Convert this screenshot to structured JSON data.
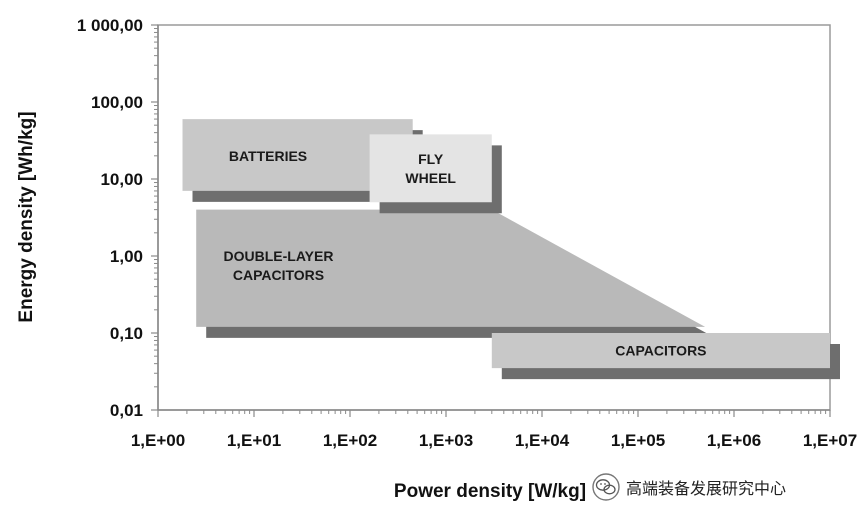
{
  "chart_data": {
    "type": "area",
    "title": "",
    "xlabel": "Power density [W/kg]",
    "ylabel": "Energy density [Wh/kg]",
    "x_scale": "log",
    "y_scale": "log",
    "xlim": [
      1,
      10000000
    ],
    "ylim": [
      0.01,
      1000
    ],
    "x_ticks": [
      "1,E+00",
      "1,E+01",
      "1,E+02",
      "1,E+03",
      "1,E+04",
      "1,E+05",
      "1,E+06",
      "1,E+07"
    ],
    "y_ticks": [
      "0,01",
      "0,10",
      "1,00",
      "10,00",
      "100,00",
      "1 000,00"
    ],
    "grid": false,
    "regions": [
      {
        "name": "BATTERIES",
        "label_lines": [
          "BATTERIES"
        ],
        "fill": "#c8c8c8",
        "polygon": [
          [
            1.8,
            7
          ],
          [
            450,
            7
          ],
          [
            450,
            60
          ],
          [
            1.8,
            60
          ]
        ]
      },
      {
        "name": "DOUBLE-LAYER CAPACITORS",
        "label_lines": [
          "DOUBLE-LAYER",
          "CAPACITORS"
        ],
        "fill": "#b9b9b9",
        "polygon": [
          [
            2.5,
            0.12
          ],
          [
            500000,
            0.12
          ],
          [
            3000,
            4
          ],
          [
            2.5,
            4
          ]
        ]
      },
      {
        "name": "FLY WHEEL",
        "label_lines": [
          "FLY",
          "WHEEL"
        ],
        "fill": "#e4e4e4",
        "polygon": [
          [
            160,
            5
          ],
          [
            3000,
            5
          ],
          [
            3000,
            38
          ],
          [
            160,
            38
          ]
        ]
      },
      {
        "name": "CAPACITORS",
        "label_lines": [
          "CAPACITORS"
        ],
        "fill": "#c8c8c8",
        "polygon": [
          [
            3000,
            0.035
          ],
          [
            10000000,
            0.035
          ],
          [
            10000000,
            0.1
          ],
          [
            3000,
            0.1
          ]
        ]
      }
    ]
  },
  "watermark": {
    "text": "高端装备发展研究中心",
    "icon": "wechat-icon"
  }
}
